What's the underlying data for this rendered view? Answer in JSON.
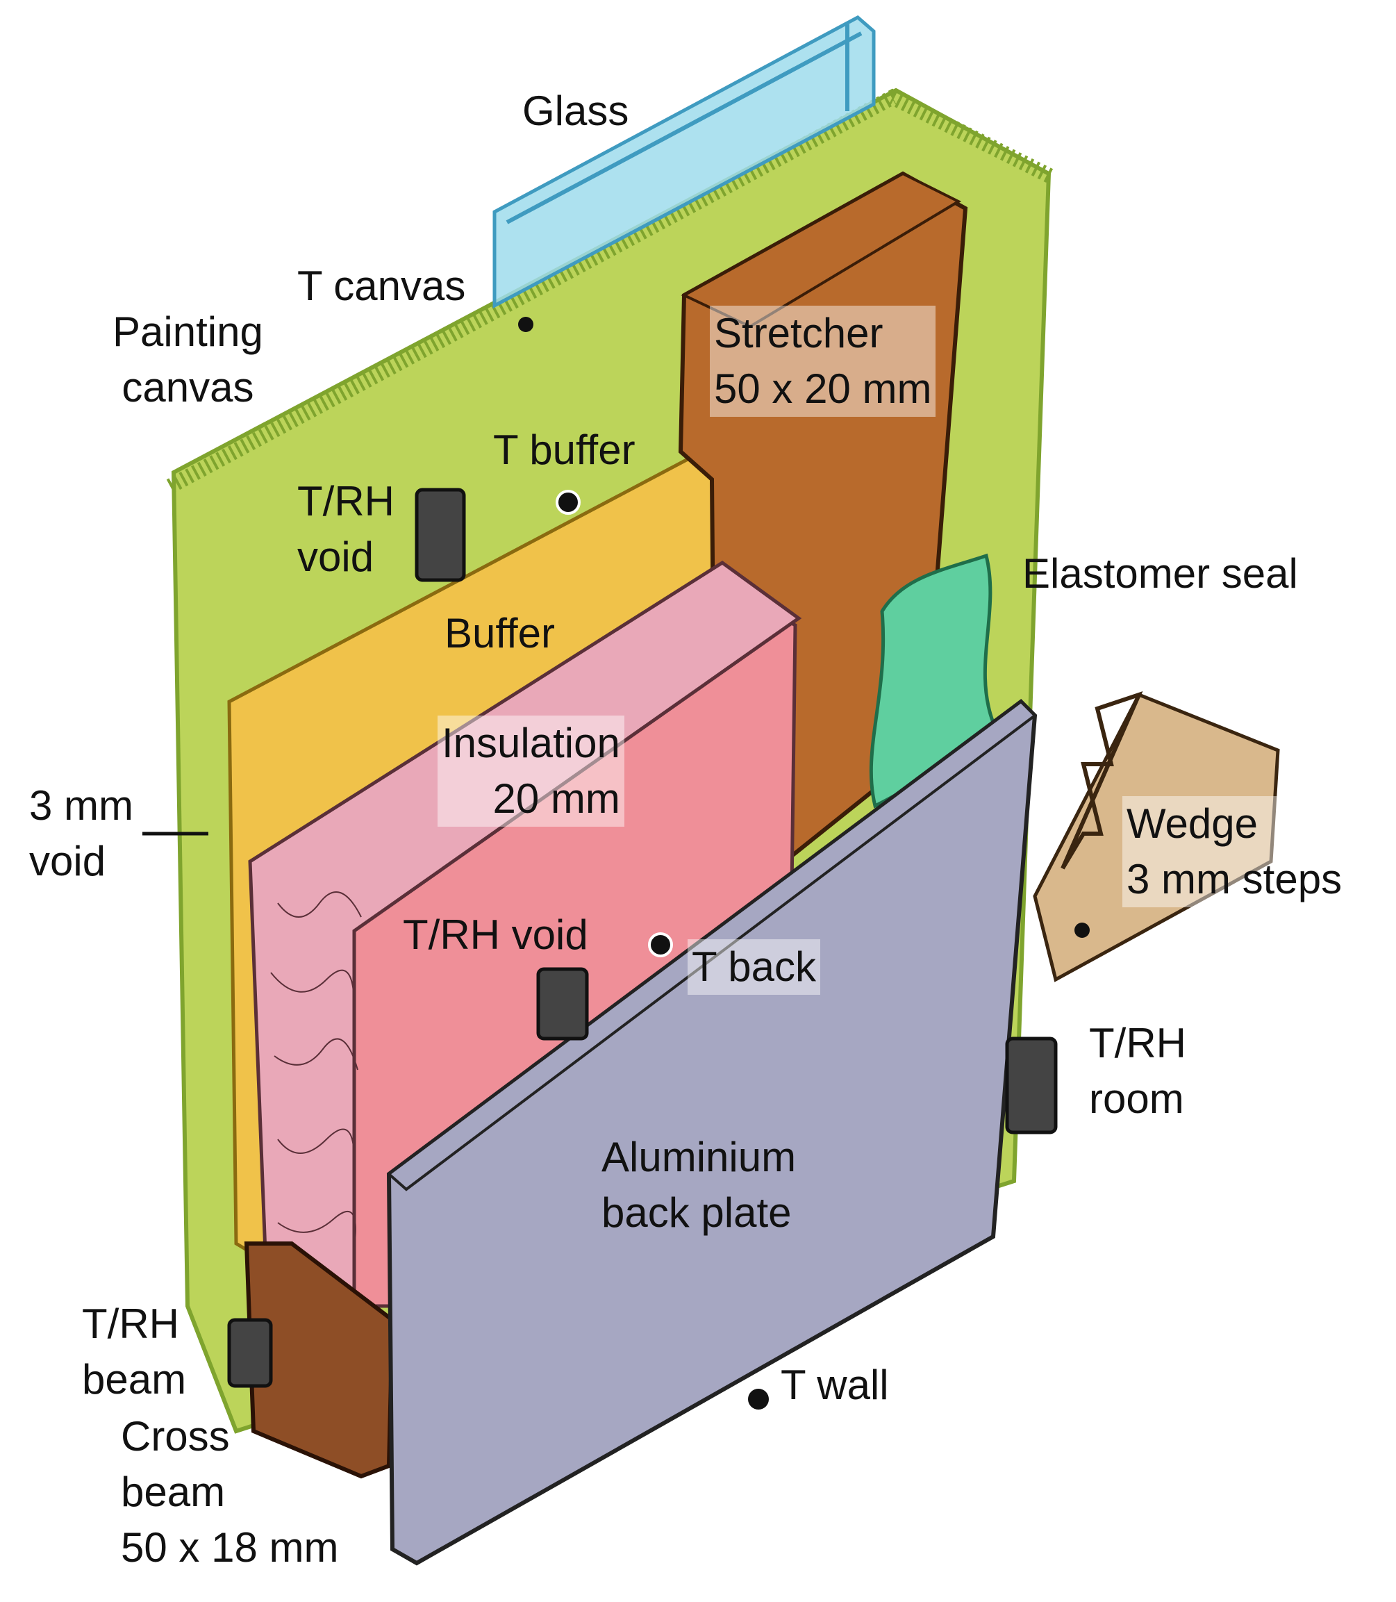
{
  "colors": {
    "canvas": "#bcd45a",
    "canvas_edge": "#7fa42e",
    "buffer": "#f0c24a",
    "insulation": "#ef8f98",
    "insulation_side": "#e9a8b8",
    "stretcher": "#b86a2c",
    "crossbeam": "#8e4e26",
    "seal": "#5fcf9f",
    "backplate": "#a6a7c2",
    "glass": "#9fdcec",
    "glass_edge": "#3f9bc0",
    "wedge": "#d9b88c",
    "sensor": "#444444"
  },
  "labels": {
    "glass": "Glass",
    "t_canvas": "T canvas",
    "painting_canvas": [
      "Painting",
      "canvas"
    ],
    "stretcher": [
      "Stretcher",
      "50 x 20 mm"
    ],
    "t_buffer": "T buffer",
    "trh_void_top": [
      "T/RH",
      "void"
    ],
    "elastomer_seal": "Elastomer seal",
    "buffer": "Buffer",
    "insulation": [
      "Insulation",
      "20 mm"
    ],
    "three_mm_void": [
      "3 mm",
      "void"
    ],
    "wedge": [
      "Wedge",
      "3 mm steps"
    ],
    "trh_void_mid": "T/RH void",
    "t_back": "T back",
    "trh_room": [
      "T/RH",
      "room"
    ],
    "aluminium_back_plate": [
      "Aluminium",
      "back plate"
    ],
    "trh_beam": [
      "T/RH",
      "beam"
    ],
    "t_wall": "T wall",
    "cross_beam": [
      "Cross",
      "beam",
      "50 x 18 mm"
    ]
  }
}
